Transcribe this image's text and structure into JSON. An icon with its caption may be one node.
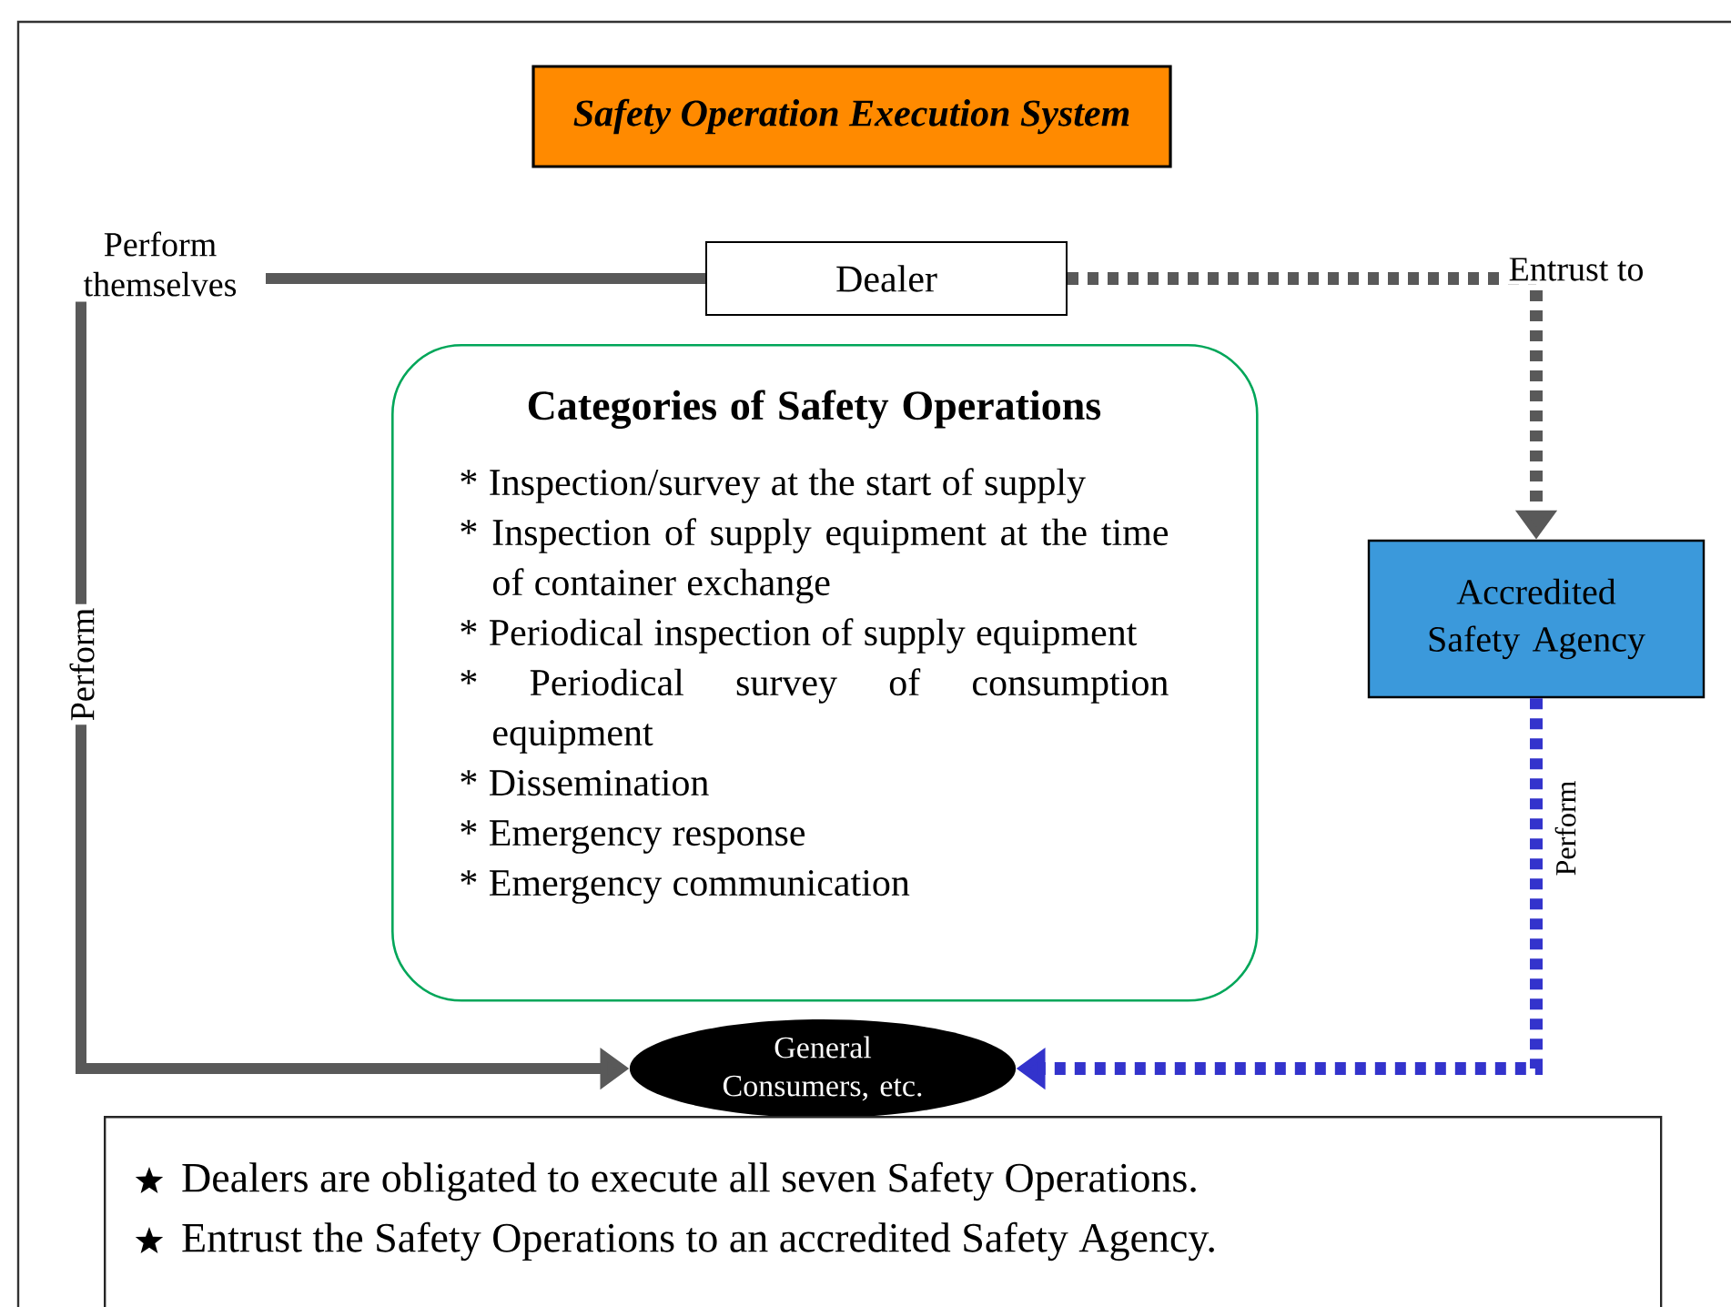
{
  "diagram": {
    "nodes": [
      {
        "text": [
          "Safety Operation Execution System"
        ]
      },
      {
        "text": [
          "Dealer"
        ]
      },
      {
        "text": [
          "Categories of Safety Operations",
          "* Inspection/survey at the start of supply",
          "* Inspection of supply equipment at the time of container exchange",
          "* Periodical inspection of supply equipment",
          "* Periodical survey of consumption equipment",
          "* Dissemination",
          "* Emergency response",
          "* Emergency communication"
        ]
      },
      {
        "text": [
          "Accredited Safety Agency"
        ]
      },
      {
        "text": [
          "General Consumers, etc."
        ]
      },
      {
        "text": [
          "Dealers are obligated to execute all seven Safety Operations.",
          "Entrust the Safety Operations to an accredited Safety Agency."
        ]
      }
    ],
    "edges": [
      {
        "from": 1,
        "to": 4,
        "arrow": "to",
        "label": "Perform"
      },
      {
        "from": 1,
        "to": 3,
        "arrow": "to",
        "label": "Entrust to",
        "style": "dashed"
      },
      {
        "from": 3,
        "to": 4,
        "arrow": "to",
        "label": "Perform",
        "style": "dashed",
        "color": "#3333cc"
      }
    ],
    "labels": [
      "Perform themselves"
    ]
  }
}
